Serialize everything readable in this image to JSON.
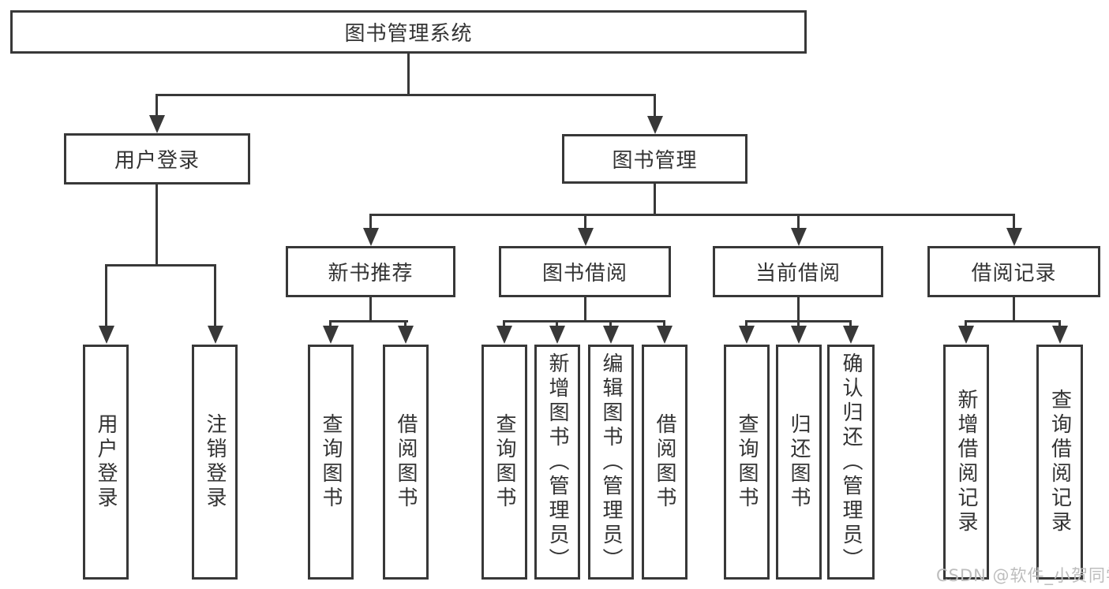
{
  "root": {
    "label": "图书管理系统"
  },
  "branches": {
    "user_login": {
      "label": "用户登录",
      "children": [
        "用户登录",
        "注销登录"
      ]
    },
    "book_management": {
      "label": "图书管理",
      "sections": [
        {
          "label": "新书推荐",
          "children": [
            "查询图书",
            "借阅图书"
          ]
        },
        {
          "label": "图书借阅",
          "children": [
            "查询图书",
            "新增图书（管理员）",
            "编辑图书（管理员）",
            "借阅图书"
          ]
        },
        {
          "label": "当前借阅",
          "children": [
            "查询图书",
            "归还图书",
            "确认归还（管理员）"
          ]
        },
        {
          "label": "借阅记录",
          "children": [
            "新增借阅记录",
            "查询借阅记录"
          ]
        }
      ]
    }
  },
  "watermark": "CSDN @软件_小贺同学",
  "colors": {
    "line": "#383838",
    "text": "#333333",
    "watermark": "#bdbdbd",
    "background": "#ffffff"
  }
}
